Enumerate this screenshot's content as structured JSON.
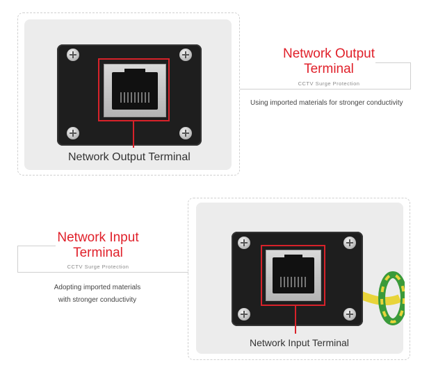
{
  "output_section": {
    "title_line1": "Network Output",
    "title_line2": "Terminal",
    "subtitle": "CCTV  Surge  Protection",
    "description": "Using imported materials for stronger conductivity",
    "image_label": "Network Output Terminal"
  },
  "input_section": {
    "title_line1": "Network Input",
    "title_line2": "Terminal",
    "subtitle": "CCTV  Surge  Protection",
    "description_line1": "Adopting imported materials",
    "description_line2": "with stronger conductivity",
    "image_label": "Network Input Terminal"
  },
  "colors": {
    "accent": "#e0202a",
    "plate": "#1e1e1e"
  }
}
